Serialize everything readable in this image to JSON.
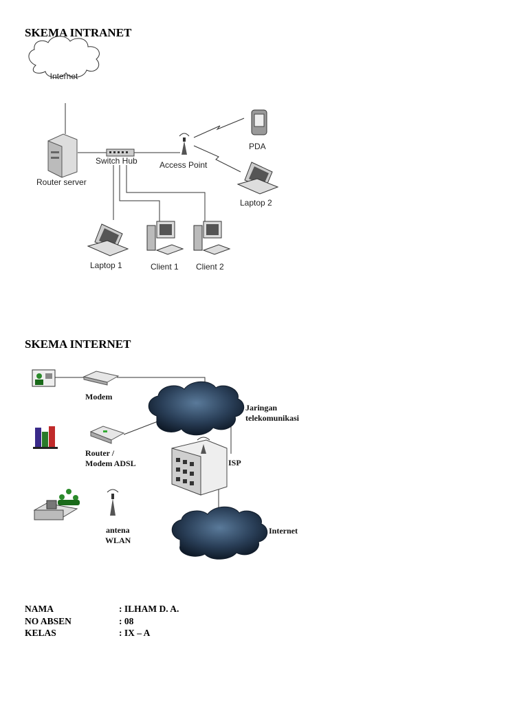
{
  "intranet": {
    "title": "SKEMA INTRANET",
    "labels": {
      "internet": "Internet",
      "router_server": "Router server",
      "switch_hub": "Switch Hub",
      "access_point": "Access Point",
      "pda": "PDA",
      "laptop2": "Laptop 2",
      "laptop1": "Laptop 1",
      "client1": "Client 1",
      "client2": "Client 2"
    }
  },
  "internet": {
    "title": "SKEMA INTERNET",
    "labels": {
      "modem": "Modem",
      "router_line1": "Router /",
      "router_line2": "Modem ADSL",
      "antena_line1": "antena",
      "antena_line2": "WLAN",
      "jaringan_line1": "Jaringan",
      "jaringan_line2": "telekomunikasi",
      "isp": "ISP",
      "internet": "Internet"
    }
  },
  "student": {
    "rows": [
      {
        "key": "NAMA",
        "value": ": ILHAM D. A."
      },
      {
        "key": "NO ABSEN",
        "value": ": 08"
      },
      {
        "key": "KELAS",
        "value": ": IX – A"
      }
    ]
  }
}
